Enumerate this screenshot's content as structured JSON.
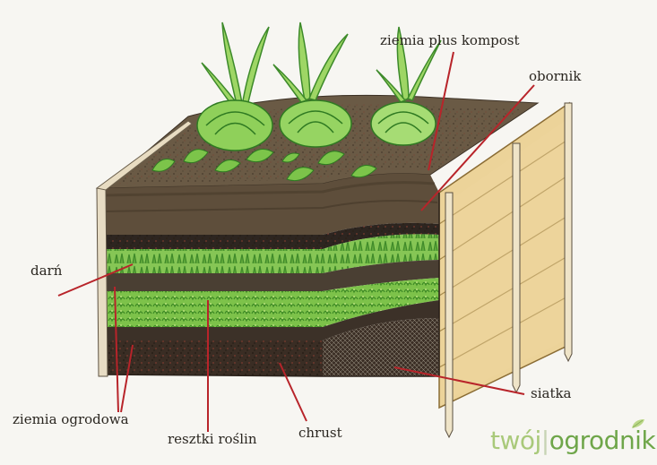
{
  "labels": {
    "compost": "ziemia plus kompost",
    "manure": "obornik",
    "turf": "darń",
    "garden_soil": "ziemia ogrodowa",
    "plant_remains": "resztki roślin",
    "brushwood": "chrust",
    "mesh": "siatka"
  },
  "logo": {
    "part1": "twój",
    "part2": "|",
    "part3": "ogrodnik"
  },
  "colors": {
    "leader_line": "#b8242a",
    "soil_dark": "#4a3c2c",
    "grass_green": "#6cb43c",
    "plank": "#e9cf8e"
  }
}
